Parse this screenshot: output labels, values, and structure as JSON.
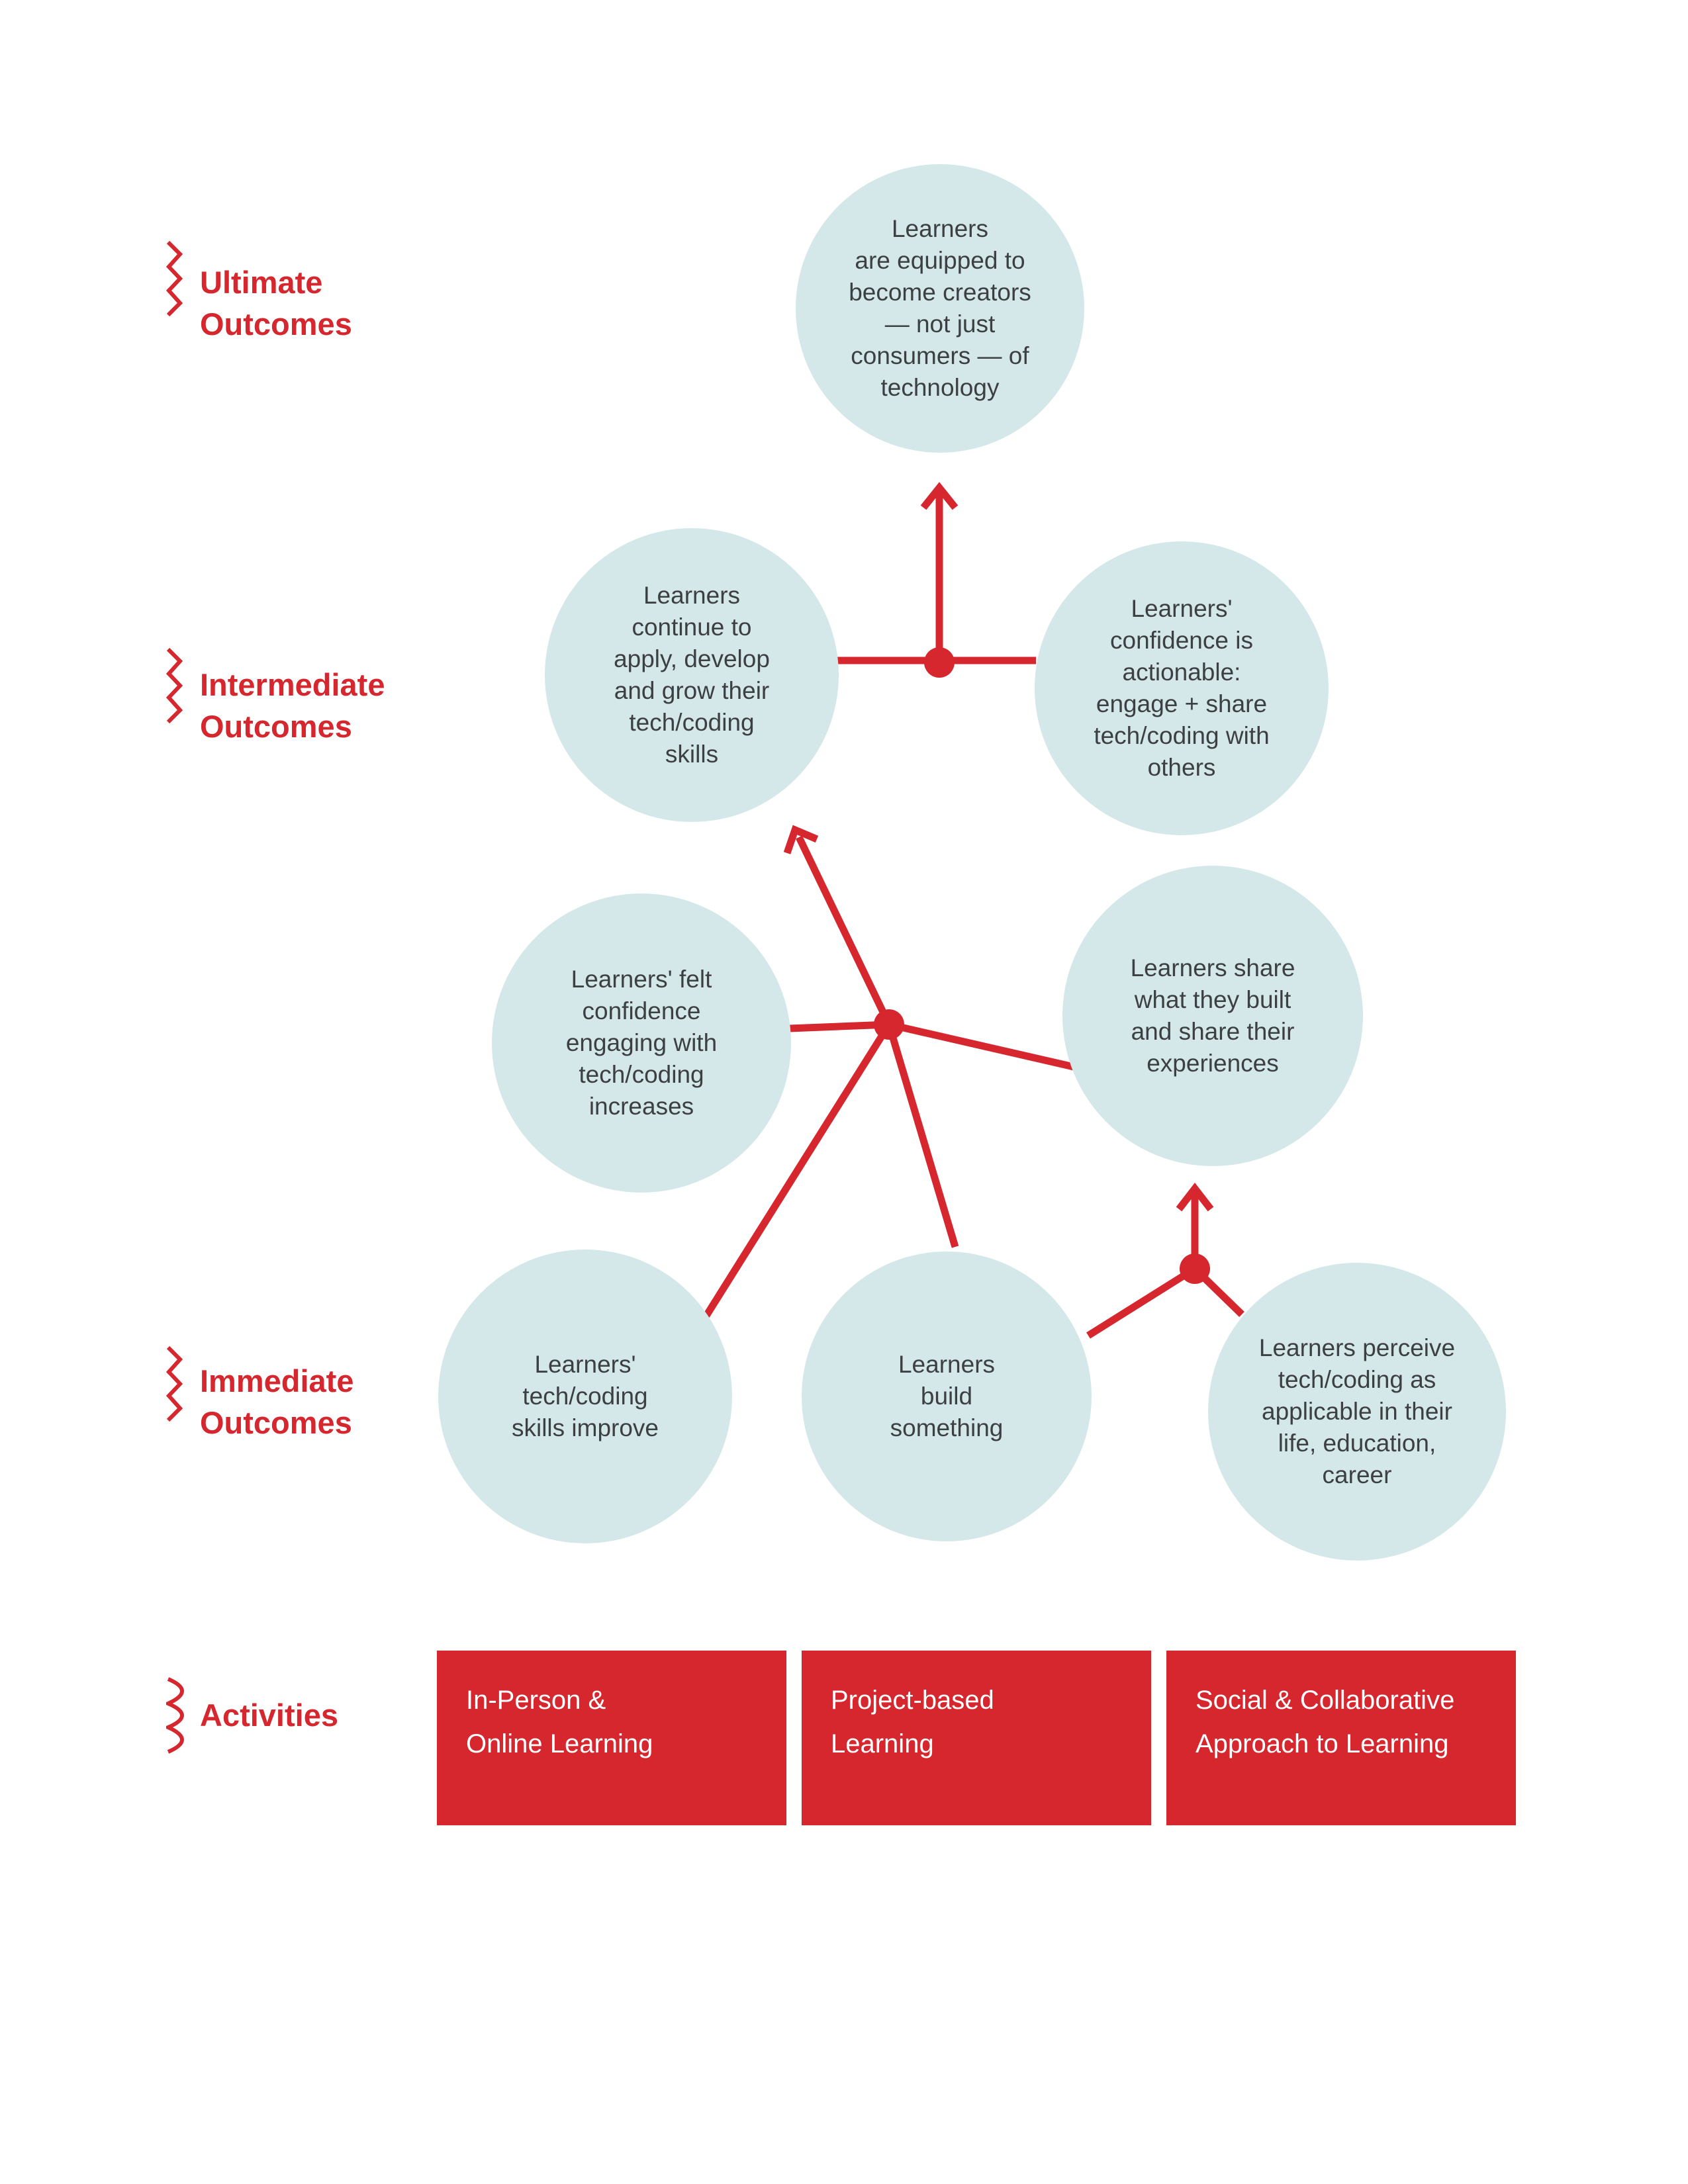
{
  "palette": {
    "red": "#d6262e",
    "circle_fill": "#d5e8e9",
    "circle_text": "#3c4043",
    "box_text": "#ffffff"
  },
  "levels": [
    {
      "id": "ultimate",
      "label": "Ultimate\nOutcomes"
    },
    {
      "id": "intermediate",
      "label": "Intermediate\nOutcomes"
    },
    {
      "id": "immediate",
      "label": "Immediate\nOutcomes"
    },
    {
      "id": "activities",
      "label": "Activities"
    }
  ],
  "outcomes": [
    {
      "id": "equipped-creators",
      "level": "ultimate",
      "text": "Learners\nare equipped to\nbecome creators\n— not just\nconsumers — of\ntechnology"
    },
    {
      "id": "continue-apply",
      "level": "intermediate",
      "text": "Learners\ncontinue to\napply, develop\nand grow their\ntech/coding\nskills"
    },
    {
      "id": "confidence-actionable",
      "level": "intermediate",
      "text": "Learners'\nconfidence is\nactionable:\nengage + share\ntech/coding with\nothers"
    },
    {
      "id": "felt-confidence",
      "level": "intermediate",
      "text": "Learners' felt\nconfidence\nengaging with\ntech/coding\nincreases"
    },
    {
      "id": "share-built",
      "level": "intermediate",
      "text": "Learners share\nwhat they built\nand share their\nexperiences"
    },
    {
      "id": "skills-improve",
      "level": "immediate",
      "text": "Learners'\ntech/coding\nskills improve"
    },
    {
      "id": "build-something",
      "level": "immediate",
      "text": "Learners\nbuild\nsomething"
    },
    {
      "id": "perceive-applicable",
      "level": "immediate",
      "text": "Learners perceive\ntech/coding as\napplicable in their\nlife, education,\ncareer"
    }
  ],
  "activities": [
    {
      "id": "in-person-online",
      "text": "In-Person &\nOnline Learning"
    },
    {
      "id": "project-based",
      "text": "Project-based\nLearning"
    },
    {
      "id": "social-collaborative",
      "text": "Social & Collaborative\nApproach to Learning"
    }
  ],
  "connections": [
    {
      "junction": "intermediate-to-ultimate",
      "from": [
        "continue-apply",
        "confidence-actionable"
      ],
      "arrow_toward": "equipped-creators"
    },
    {
      "junction": "immediate-to-intermediate",
      "from": [
        "felt-confidence",
        "skills-improve",
        "build-something",
        "share-built"
      ],
      "arrow_toward": "continue-apply"
    },
    {
      "junction": "build-share",
      "from": [
        "build-something",
        "perceive-applicable"
      ],
      "arrow_toward": "share-built"
    }
  ]
}
